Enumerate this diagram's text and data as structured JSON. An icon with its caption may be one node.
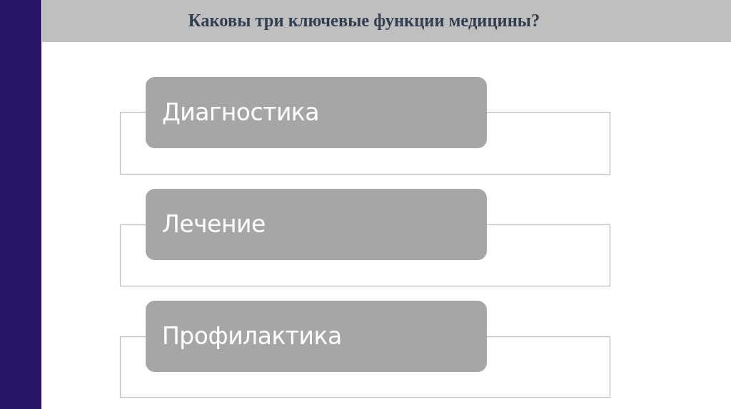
{
  "diagram": {
    "title": "Каковы три ключевые функции медицины?",
    "nodes": [
      {
        "text": [
          "Диагностика"
        ]
      },
      {
        "text": [
          "Лечение"
        ]
      },
      {
        "text": [
          "Профилактика"
        ]
      }
    ]
  }
}
